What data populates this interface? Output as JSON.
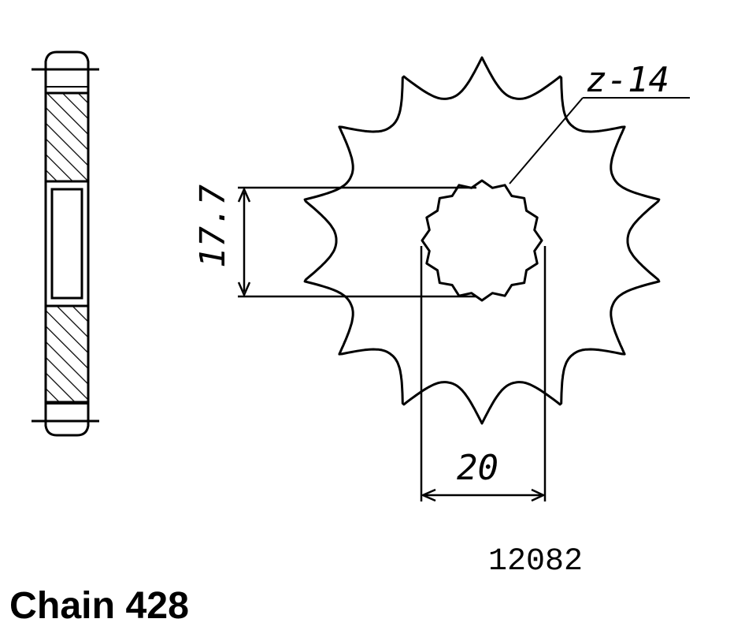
{
  "drawing": {
    "tooth_label": "z-14",
    "bore_height_label": "17.7",
    "bore_width_label": "20",
    "part_number": "12082",
    "chain_label": "Chain 428",
    "outer_teeth": 14,
    "spline_teeth": 16,
    "ink_color": "#000000",
    "background": "#ffffff"
  }
}
